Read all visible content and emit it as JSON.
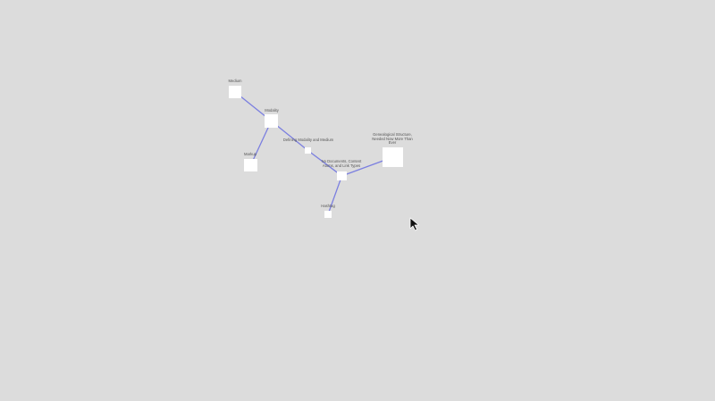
{
  "graph": {
    "edge_color": "#7b7fe0",
    "node_color": "#ffffff",
    "background": "#dcdcdc",
    "nodes": [
      {
        "id": "medium",
        "label": "Medium"
      },
      {
        "id": "modality",
        "label": "Modality"
      },
      {
        "id": "markup",
        "label": "Markup"
      },
      {
        "id": "defining",
        "label": "Defining Modality and Medium"
      },
      {
        "id": "documents",
        "label": "No Documents, Content Atoms, and Link Types"
      },
      {
        "id": "genealogical",
        "label": "Genealogical Structure, Needed Now More Than Ever"
      },
      {
        "id": "hashtag",
        "label": "Hashtag"
      }
    ],
    "edges": [
      {
        "from": "medium",
        "to": "modality"
      },
      {
        "from": "modality",
        "to": "markup"
      },
      {
        "from": "modality",
        "to": "defining"
      },
      {
        "from": "defining",
        "to": "documents"
      },
      {
        "from": "documents",
        "to": "genealogical"
      },
      {
        "from": "documents",
        "to": "hashtag"
      }
    ]
  },
  "cursor": {
    "icon": "arrow-cursor-icon"
  }
}
